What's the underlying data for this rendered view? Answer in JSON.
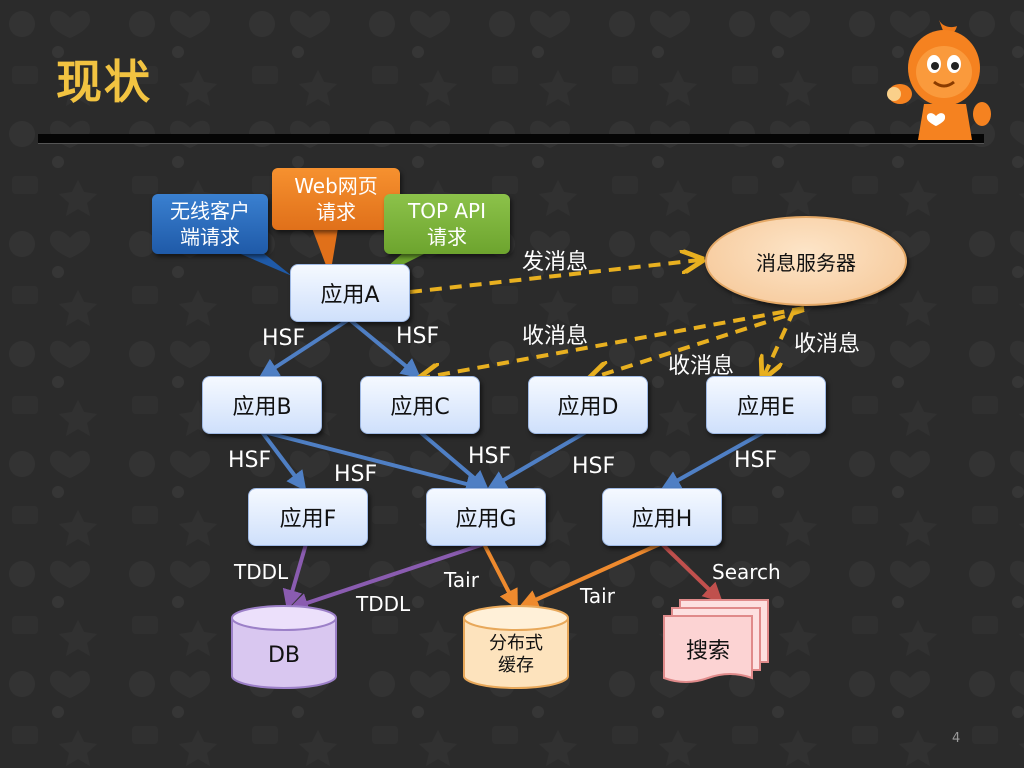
{
  "slide": {
    "title": "现状",
    "page_number": "4"
  },
  "callouts": {
    "wireless": "无线客户\n端请求",
    "web": "Web网页\n请求",
    "top_api": "TOP API\n请求"
  },
  "nodes": {
    "a": "应用A",
    "b": "应用B",
    "c": "应用C",
    "d": "应用D",
    "e": "应用E",
    "f": "应用F",
    "g": "应用G",
    "h": "应用H"
  },
  "message_server": "消息服务器",
  "storage": {
    "db": "DB",
    "cache": "分布式\n缓存",
    "search": "搜索"
  },
  "labels": {
    "send_msg": "发消息",
    "recv_msg_c": "收消息",
    "recv_msg_d": "收消息",
    "recv_msg_e": "收消息",
    "hsf_ab": "HSF",
    "hsf_ac": "HSF",
    "hsf_bf": "HSF",
    "hsf_bg": "HSF",
    "hsf_cg": "HSF",
    "hsf_dh": "HSF",
    "hsf_eh": "HSF",
    "tddl_f": "TDDL",
    "tddl_g": "TDDL",
    "tair_g": "Tair",
    "tair_h": "Tair",
    "search_h": "Search"
  },
  "colors": {
    "title": "#f2c341",
    "hsf_arrow": "#4f7fc4",
    "message_arrow": "#e8b020",
    "tddl_arrow": "#8a5cb0",
    "tair_arrow": "#ee8a2e",
    "search_arrow": "#c0504d"
  }
}
